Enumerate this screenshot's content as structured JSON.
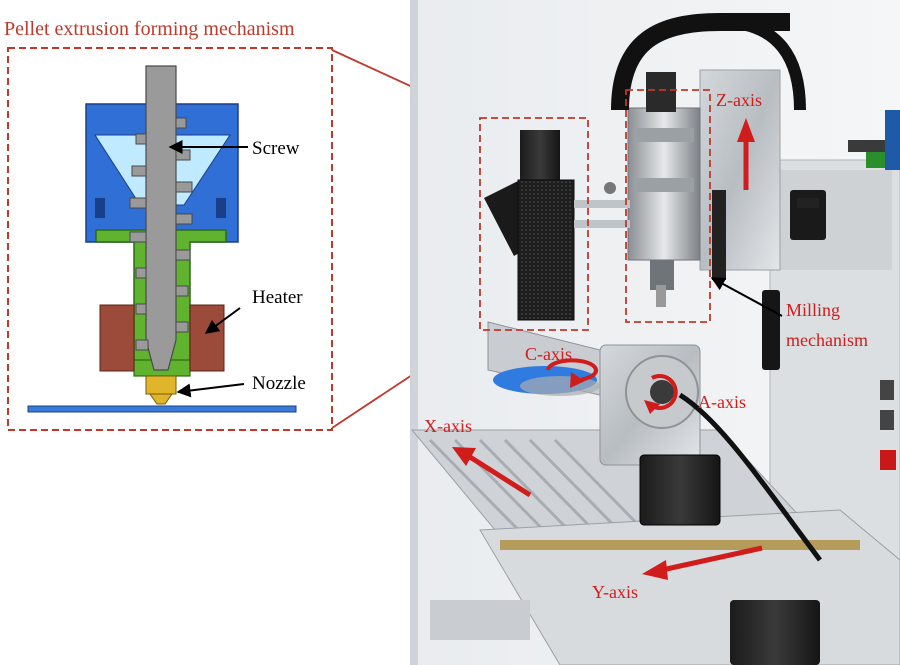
{
  "figure": {
    "title": "Pellet extrusion forming mechanism",
    "labels": {
      "screw": "Screw",
      "heater": "Heater",
      "nozzle": "Nozzle",
      "z_axis": "Z-axis",
      "c_axis": "C-axis",
      "a_axis": "A-axis",
      "x_axis": "X-axis",
      "y_axis": "Y-axis",
      "milling_line1": "Milling",
      "milling_line2": "mechanism"
    },
    "colors": {
      "callout": "#c0392b",
      "hopper": "#2f6fd6",
      "hopper_inner": "#bfeaff",
      "barrel": "#5fb32e",
      "heater": "#9c4a3a",
      "screw": "#9a9a9a",
      "nozzle": "#e0b52a",
      "bed": "#3a7bd5",
      "arrow_red": "#d11c1c"
    }
  }
}
